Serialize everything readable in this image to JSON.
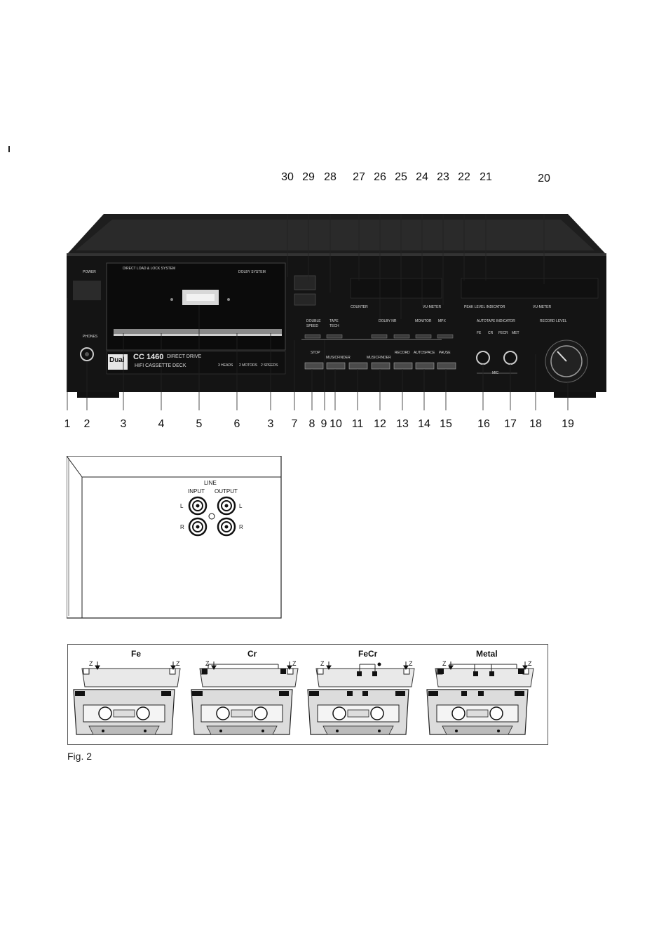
{
  "callouts_top": [
    "30",
    "29",
    "28",
    "27",
    "26",
    "25",
    "24",
    "23",
    "22",
    "21",
    "20"
  ],
  "callouts_bottom": [
    "1",
    "2",
    "3",
    "4",
    "5",
    "6",
    "3",
    "7",
    "8",
    "9",
    "10",
    "11",
    "12",
    "13",
    "14",
    "15",
    "16",
    "17",
    "18",
    "19"
  ],
  "deck": {
    "power": "POWER",
    "phones": "PHONES",
    "direct_load": "DIRECT LOAD & LOCK SYSTEM",
    "dolby": "DOLBY SYSTEM",
    "brand": "Dual",
    "model": "CC 1460",
    "direct_drive": "DIRECT DRIVE",
    "deck_type": "HIFI CASSETTE DECK",
    "heads": "3 HEADS",
    "motors": "2 MOTORS",
    "speeds": "2 SPEEDS",
    "counter": "COUNTER",
    "vu_meter_left": "VU-METER",
    "vu_meter_right": "VU-METER",
    "peak_level": "PEAK LEVEL INDICATOR",
    "double_speed": [
      "DOUBLE",
      "SPEED"
    ],
    "tape_tech": [
      "TAPE",
      "TECH"
    ],
    "dolby_nr": "DOLBY NR",
    "monitor": "MONITOR",
    "mpx": "MPX",
    "autotape": "AUTOTAPE INDICATOR",
    "autotape_types": [
      "FE",
      "CR",
      "FECR",
      "MET"
    ],
    "record_level": "RECORD LEVEL",
    "stop": "STOP",
    "musicfinder_left": "MUSICFINDER",
    "musicfinder_right": "MUSICFINDER",
    "record": "RECORD",
    "autospace": "AUTOSPACE",
    "pause": "PAUSE",
    "mic": "MIC"
  },
  "rear_panel": {
    "line": "LINE",
    "input": "INPUT",
    "output": "OUTPUT",
    "l": "L",
    "r": "R"
  },
  "tape_types": [
    {
      "name": "Fe",
      "z": "Z"
    },
    {
      "name": "Cr",
      "z": "Z"
    },
    {
      "name": "FeCr",
      "z": "Z"
    },
    {
      "name": "Metal",
      "z": "Z"
    }
  ],
  "figure_caption": "Fig. 2"
}
